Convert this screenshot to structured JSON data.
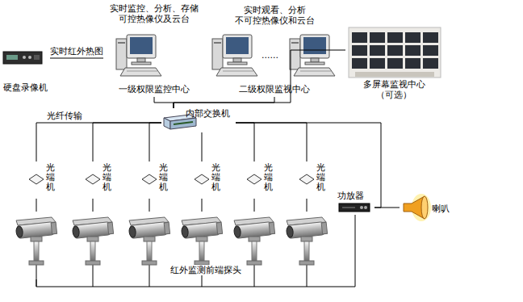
{
  "diagram": {
    "nodes": [
      {
        "text": [
          "硬盘录像机"
        ]
      },
      {
        "text": [
          "实时监控、分析、存储 可控热像仪及云台",
          "一级权限监控中心"
        ]
      },
      {
        "text": [
          "实时观看、分析 不可控热像仪和云台",
          "二级权限监视中心"
        ]
      },
      {
        "text": [
          "多屏幕监视中心 （可选）"
        ]
      },
      {
        "text": [
          "内部交换机"
        ]
      },
      {
        "text": [
          "光端机"
        ]
      },
      {
        "text": [
          "光端机"
        ]
      },
      {
        "text": [
          "光端机"
        ]
      },
      {
        "text": [
          "光端机"
        ]
      },
      {
        "text": [
          "光端机"
        ]
      },
      {
        "text": [
          "光端机"
        ]
      },
      {
        "text": [
          "功放器"
        ]
      },
      {
        "text": [
          "喇叭"
        ]
      },
      {
        "text": [
          "红外监测前端探头"
        ]
      }
    ],
    "edges": [
      {
        "from": 0,
        "to": 1,
        "arrow": "none",
        "label": "实时红外热图"
      },
      {
        "from": 1,
        "to": 4,
        "arrow": "none"
      },
      {
        "from": 2,
        "to": 4,
        "arrow": "none"
      },
      {
        "from": 3,
        "to": 4,
        "arrow": "none"
      },
      {
        "from": 4,
        "to": 5,
        "arrow": "none",
        "label": "光纤传输"
      },
      {
        "from": 4,
        "to": 6,
        "arrow": "none"
      },
      {
        "from": 4,
        "to": 7,
        "arrow": "none"
      },
      {
        "from": 4,
        "to": 8,
        "arrow": "none"
      },
      {
        "from": 4,
        "to": 9,
        "arrow": "none"
      },
      {
        "from": 4,
        "to": 10,
        "arrow": "none"
      },
      {
        "from": 4,
        "to": 11,
        "arrow": "none"
      },
      {
        "from": 11,
        "to": 12,
        "arrow": "none"
      },
      {
        "from": 5,
        "to": 13,
        "arrow": "none"
      },
      {
        "from": 6,
        "to": 13,
        "arrow": "none"
      },
      {
        "from": 7,
        "to": 13,
        "arrow": "none"
      },
      {
        "from": 8,
        "to": 13,
        "arrow": "none"
      },
      {
        "from": 9,
        "to": 13,
        "arrow": "none"
      },
      {
        "from": 10,
        "to": 13,
        "arrow": "none"
      },
      {
        "from": 13,
        "to": 11,
        "arrow": "none"
      }
    ],
    "labels": [
      "......"
    ]
  }
}
